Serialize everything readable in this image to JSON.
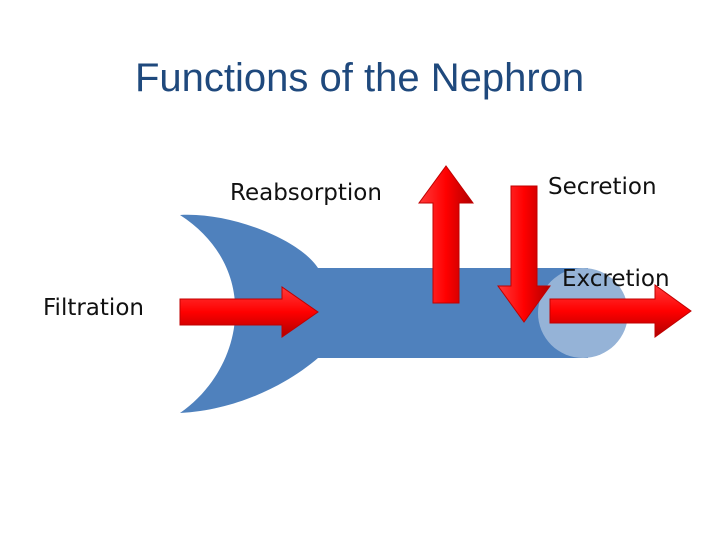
{
  "title": "Functions of the Nephron",
  "labels": {
    "reabsorption": "Reabsorption",
    "secretion": "Secretion",
    "excretion": "Excretion",
    "filtration": "Filtration"
  },
  "colors": {
    "title": "#1f497d",
    "tubule": "#4f81bd",
    "tubule_end": "#95b3d7",
    "arrow": "#ff0000",
    "arrow_dark": "#c00000"
  }
}
